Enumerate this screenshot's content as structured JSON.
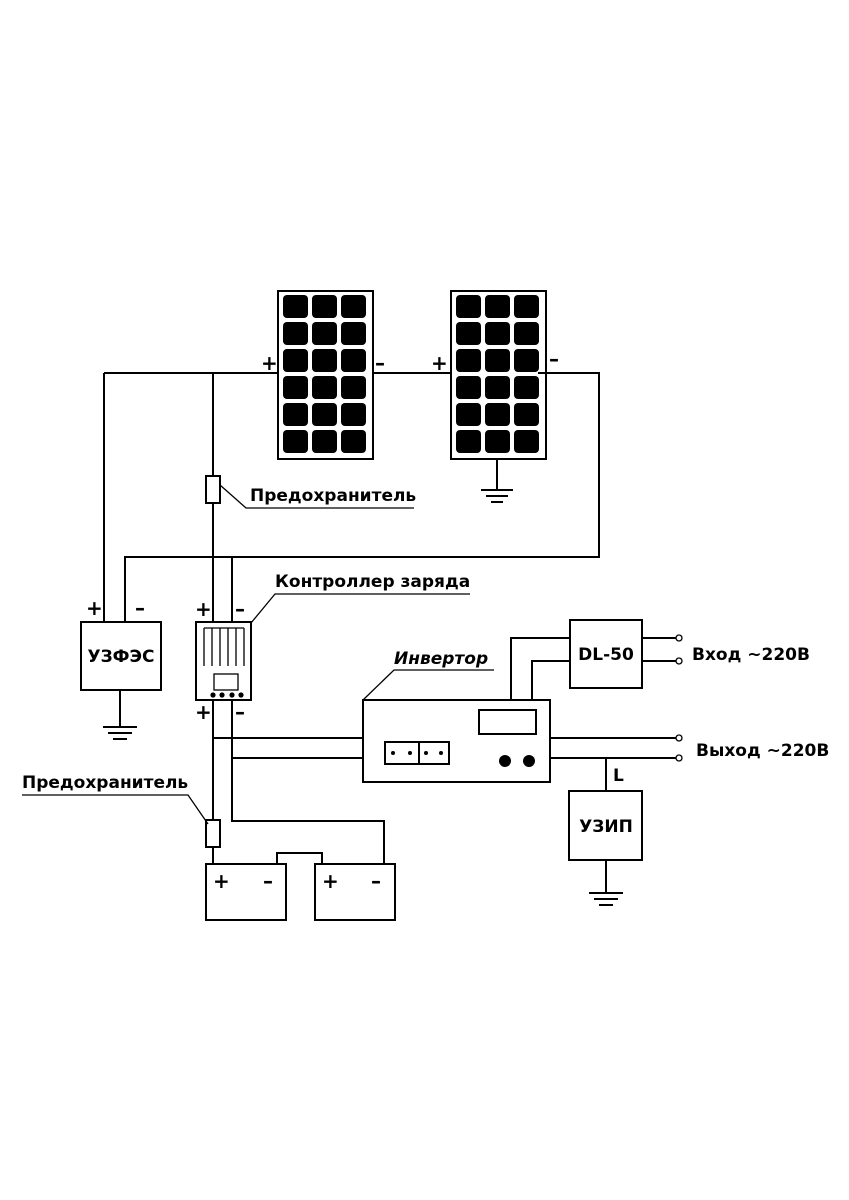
{
  "labels": {
    "fuse_top": "Предохранитель",
    "fuse_bottom": "Предохранитель",
    "controller": "Контроллер заряда",
    "inverter": "Инвертор",
    "input": "Вход ~220В",
    "output": "Выход ~220В"
  },
  "boxes": {
    "uzfes": "УЗФЭС",
    "dl50": "DL-50",
    "uzip": "УЗИП"
  },
  "signs": {
    "plus": "+",
    "minus": "–",
    "line": "L"
  },
  "colors": {
    "line": "#000000",
    "background": "#ffffff"
  }
}
